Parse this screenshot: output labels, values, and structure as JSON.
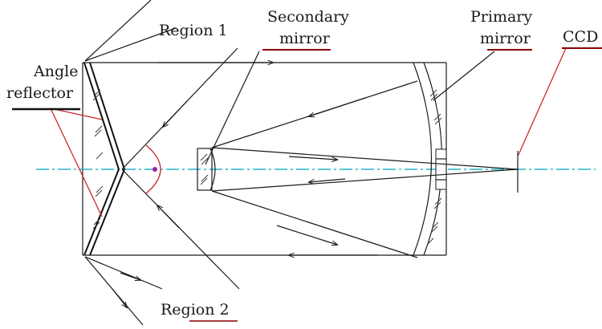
{
  "labels": {
    "region1": "Region 1",
    "region2": "Region 2",
    "secondary_mirror_line1": "Secondary",
    "secondary_mirror_line2": "mirror",
    "primary_mirror_line1": "Primary",
    "primary_mirror_line2": "mirror",
    "ccd": "CCD",
    "angle_reflector_line1": "Angle",
    "angle_reflector_line2": "reflector"
  },
  "colors": {
    "optical_axis": "#27b3c9",
    "leader_red": "#cc2b2b",
    "angle_arc": "#cc2b2b",
    "vertex_marker": "#a020a0",
    "underline": "#8b0000",
    "line": "#1a1a1a"
  }
}
